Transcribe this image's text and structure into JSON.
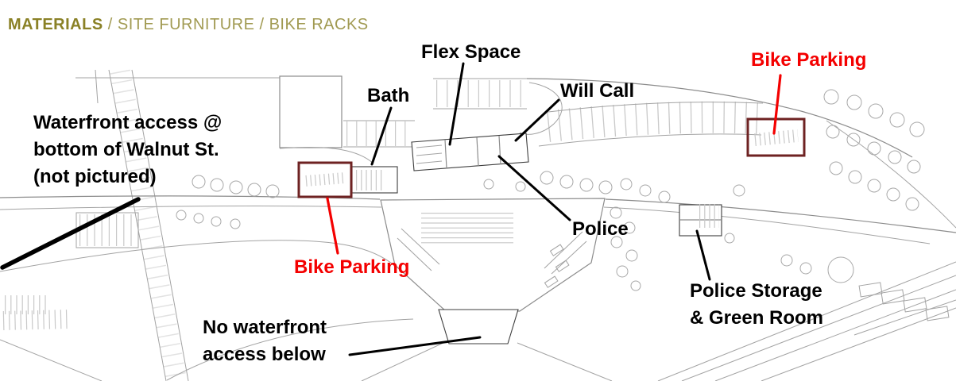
{
  "header": {
    "materials": "MATERIALS",
    "sep": " / ",
    "site_furniture": "SITE FURNITURE",
    "bike_racks": "BIKE RACKS"
  },
  "labels": {
    "flex_space": "Flex Space",
    "bath": "Bath",
    "will_call": "Will Call",
    "police": "Police",
    "bike_parking_top": "Bike Parking",
    "bike_parking_bottom": "Bike Parking",
    "waterfront_line1": "Waterfront access @",
    "waterfront_line2": "bottom of Walnut St.",
    "waterfront_line3": "(not pictured)",
    "police_storage_line1": "Police Storage",
    "police_storage_line2": "& Green Room",
    "no_waterfront_line1": "No waterfront",
    "no_waterfront_line2": "access below"
  },
  "colors": {
    "annotation_black": "#000000",
    "annotation_red": "#f40000",
    "bike_box_maroon": "#6e2222",
    "header_olive_dark": "#8a8126",
    "header_olive_light": "#a19a52",
    "plan_line_gray": "#a3a3a3"
  }
}
